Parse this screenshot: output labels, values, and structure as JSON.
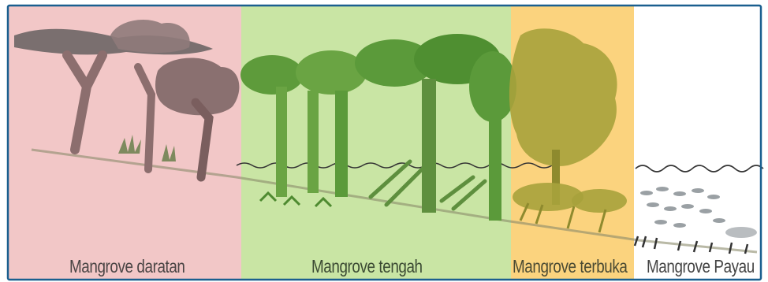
{
  "zones": [
    {
      "id": "daratan",
      "label": "Mangrove daratan",
      "color": "#f2c7c7"
    },
    {
      "id": "tengah",
      "label": "Mangrove tengah",
      "color": "#c9e5a4"
    },
    {
      "id": "terbuka",
      "label": "Mangrove terbuka",
      "color": "#fbd37e"
    },
    {
      "id": "payau",
      "label": "Mangrove Payau",
      "color": "#ffffff"
    }
  ],
  "colors": {
    "border": "#1a5f8f",
    "water": "#333333",
    "trunk_daratan": "#8c6e6e",
    "canopy_daratan": "#8a7575",
    "tree_tengah": "#5b9a3a",
    "tree_terbuka": "#a9a13a",
    "fish": "#9aa0a4"
  }
}
